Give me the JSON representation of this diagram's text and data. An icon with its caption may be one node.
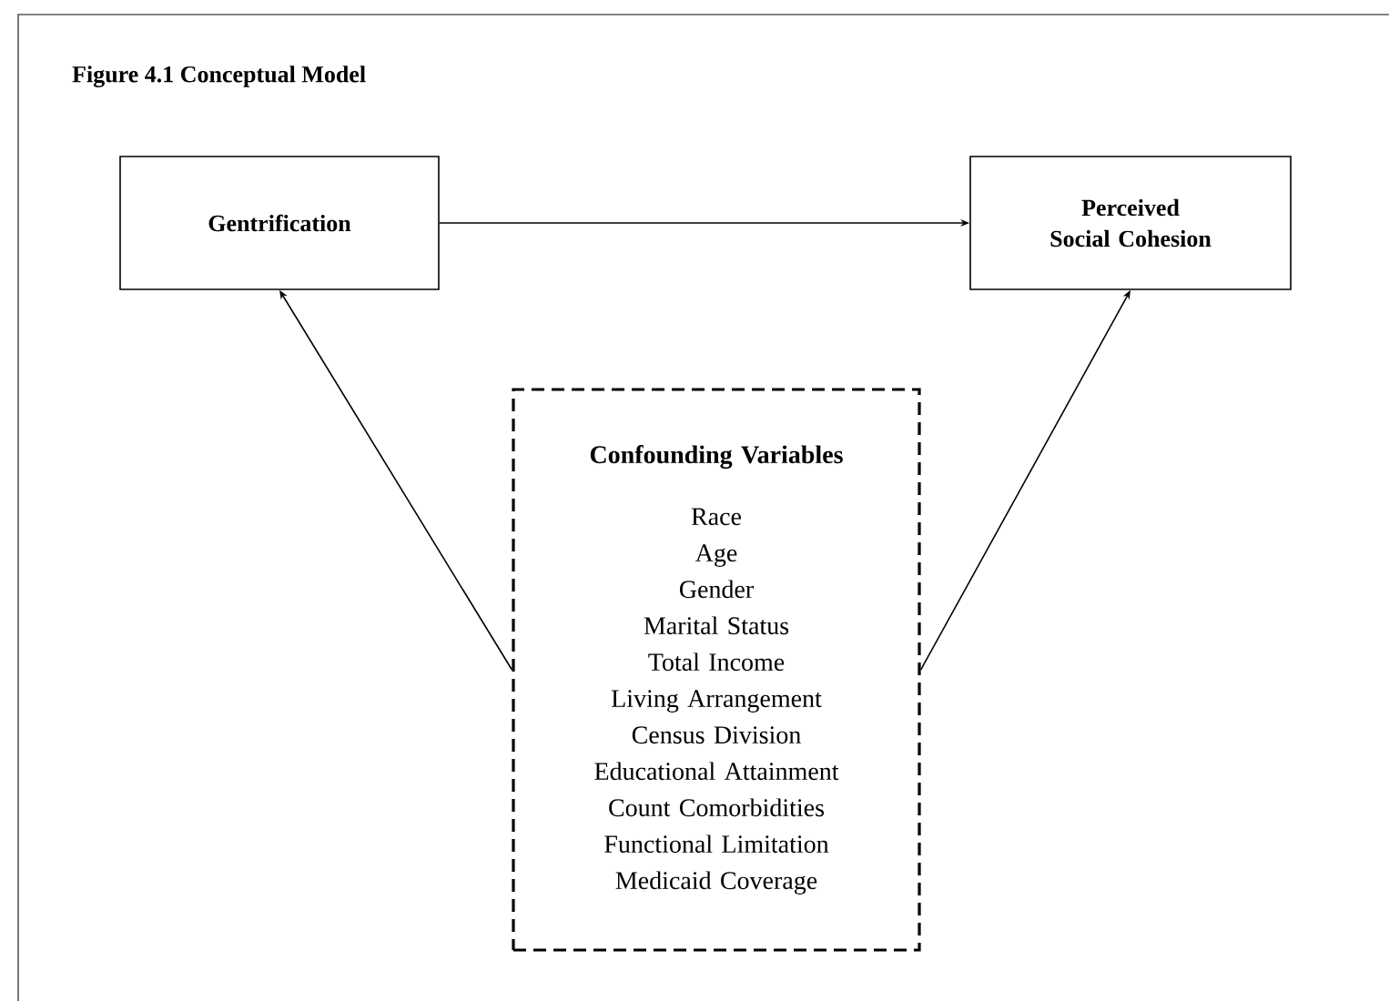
{
  "diagram": {
    "title": "Figure 4.1 Conceptual Model",
    "nodes": [
      {
        "text": [
          "Gentrification"
        ]
      },
      {
        "text": [
          "Perceived Social Cohesion"
        ]
      },
      {
        "text": [
          "Confounding Variables",
          "Race",
          "Age",
          "Gender",
          "Marital Status",
          "Total Income",
          "Living Arrangement",
          "Census Division",
          "Educational Attainment",
          "Count Comorbidities",
          "Functional Limitation",
          "Medicaid Coverage"
        ]
      }
    ],
    "edges": [
      {
        "from": 0,
        "to": 1,
        "arrow": "to"
      },
      {
        "from": 2,
        "to": 0,
        "arrow": "to"
      },
      {
        "from": 2,
        "to": 1,
        "arrow": "to"
      }
    ]
  }
}
